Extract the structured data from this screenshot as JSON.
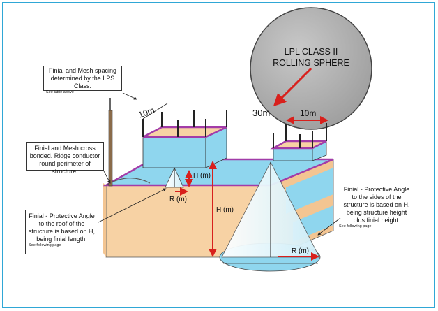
{
  "sphere": {
    "title_line1": "LPL CLASS II",
    "title_line2": "ROLLING SPHERE",
    "radius_label": "30m",
    "mesh_label": "10m"
  },
  "roof_mesh_label": "10m",
  "dimensions": {
    "finial_height": "H (m)",
    "finial_radius": "R (m)",
    "structure_height": "H (m)",
    "side_radius": "R (m)"
  },
  "callouts": {
    "mesh_spacing": {
      "text": "Finial  and Mesh spacing\ndetermined by the LPS Class.",
      "note": "See table above"
    },
    "cross_bonded": {
      "text": "Finial  and Mesh cross\nbonded. Ridge conductor\nround perimeter of structure."
    },
    "roof_angle": {
      "text": "Finial - Protective Angle\nto the roof of the\nstructure is based on H,\nbeing finial length.",
      "note": "See following page"
    },
    "side_angle": {
      "text": "Finial - Protective Angle\nto the sides of the\nstructure is based on H,\nbeing structure height\nplus finial height.",
      "note": "See following page"
    }
  },
  "colors": {
    "structure": "#f7d2a4",
    "structure_side": "#f3c592",
    "roof": "#8fd6ee",
    "perimeter": "#a23ca8",
    "sphere": "#b0b0b0",
    "arrow": "#d8201c",
    "frame": "#2fa7d6"
  }
}
